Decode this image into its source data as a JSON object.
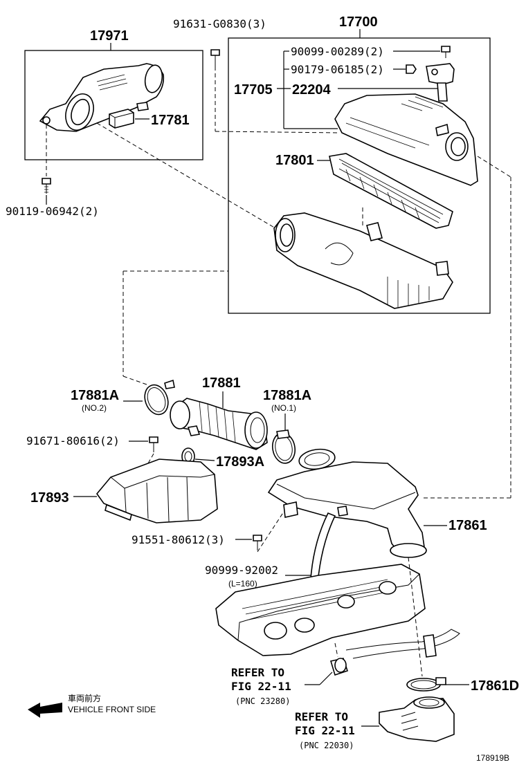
{
  "parts": {
    "p17971": "17971",
    "p17781": "17781",
    "p90119": "90119-06942(2)",
    "p91631": "91631-G0830(3)",
    "p17700": "17700",
    "p90099": "90099-00289(2)",
    "p90179": "90179-06185(2)",
    "p17705": "17705",
    "p22204": "22204",
    "p17801": "17801",
    "p17881a_left": "17881A",
    "p17881a_left_sub": "(NO.2)",
    "p17881": "17881",
    "p17881a_right": "17881A",
    "p17881a_right_sub": "(NO.1)",
    "p91671": "91671-80616(2)",
    "p17893a": "17893A",
    "p17893": "17893",
    "p91551": "91551-80612(3)",
    "p17861": "17861",
    "p90999": "90999-92002",
    "p90999_sub": "(L=160)",
    "p17861d": "17861D"
  },
  "refs": {
    "ref1": {
      "line1": "REFER TO",
      "line2": "FIG 22-11",
      "line3": "(PNC 23280)"
    },
    "ref2": {
      "line1": "REFER TO",
      "line2": "FIG 22-11",
      "line3": "(PNC 22030)"
    }
  },
  "direction": {
    "jp": "車両前方",
    "en": "VEHICLE FRONT SIDE",
    "icon": "arrow-left-icon"
  },
  "diagram_id": "178919B"
}
